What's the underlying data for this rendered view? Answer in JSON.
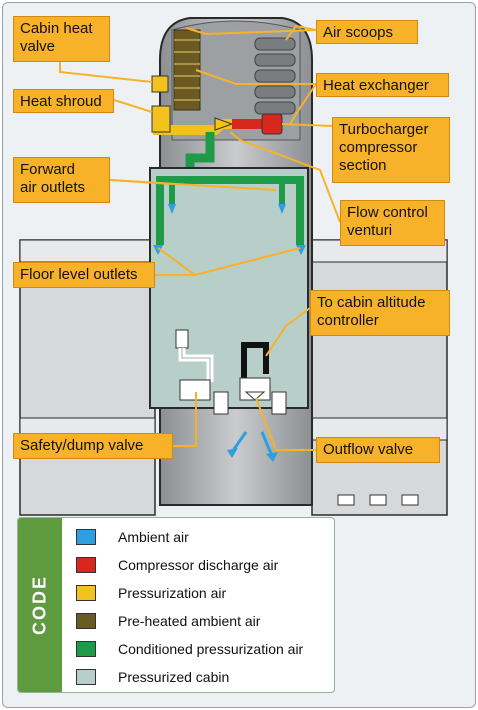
{
  "callouts": {
    "cabin_heat_valve": "Cabin heat\nvalve",
    "air_scoops": "Air scoops",
    "heat_exchanger": "Heat exchanger",
    "heat_shroud": "Heat shroud",
    "turbocharger": "Turbocharger\ncompressor\nsection",
    "forward_outlets": "Forward\nair outlets",
    "flow_control": "Flow control\nventuri",
    "floor_outlets": "Floor level outlets",
    "altitude_controller": "To cabin altitude\ncontroller",
    "safety_valve": "Safety/dump valve",
    "outflow_valve": "Outflow valve"
  },
  "legend": {
    "title": "CODE",
    "items": [
      {
        "label": "Ambient air",
        "color": "#2f9fe0"
      },
      {
        "label": "Compressor discharge air",
        "color": "#d8281e"
      },
      {
        "label": "Pressurization air",
        "color": "#f4c21e"
      },
      {
        "label": "Pre-heated ambient air",
        "color": "#6b5a22"
      },
      {
        "label": "Conditioned pressurization air",
        "color": "#1e9a48"
      },
      {
        "label": "Pressurized cabin",
        "color": "#b7cfc8"
      }
    ]
  },
  "colors": {
    "fuselage": "#a7a9ab",
    "wing": "#d6d8da",
    "cabin": "#b7cfc8",
    "callout": "#f8b229"
  }
}
